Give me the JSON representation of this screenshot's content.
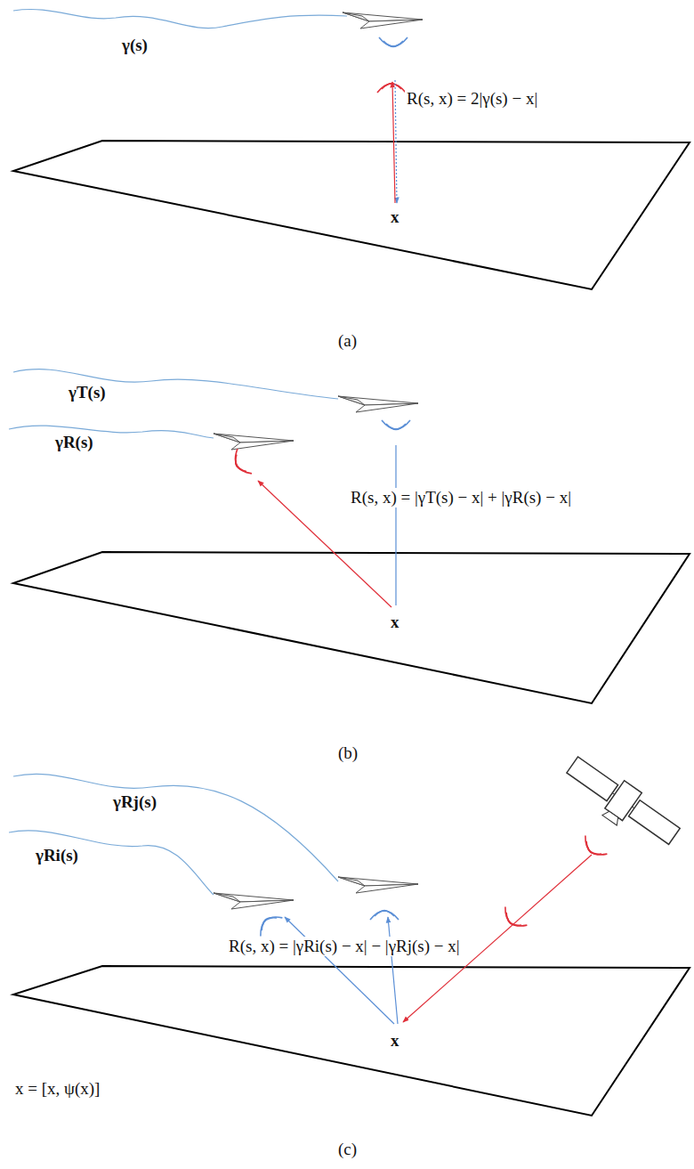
{
  "diagram": {
    "labels": [
      "γ(s)",
      "R(s, x) = 2|γ(s) − x|",
      "x",
      "(a)",
      "γT(s)",
      "γR(s)",
      "R(s, x) = |γT(s) − x| + |γR(s) − x|",
      "x",
      "(b)",
      "γRj(s)",
      "γRi(s)",
      "R(s, x) = |γRi(s) − x| − |γRj(s) − x|",
      "x",
      "x = [x, ψ(x)]",
      "(c)"
    ]
  }
}
